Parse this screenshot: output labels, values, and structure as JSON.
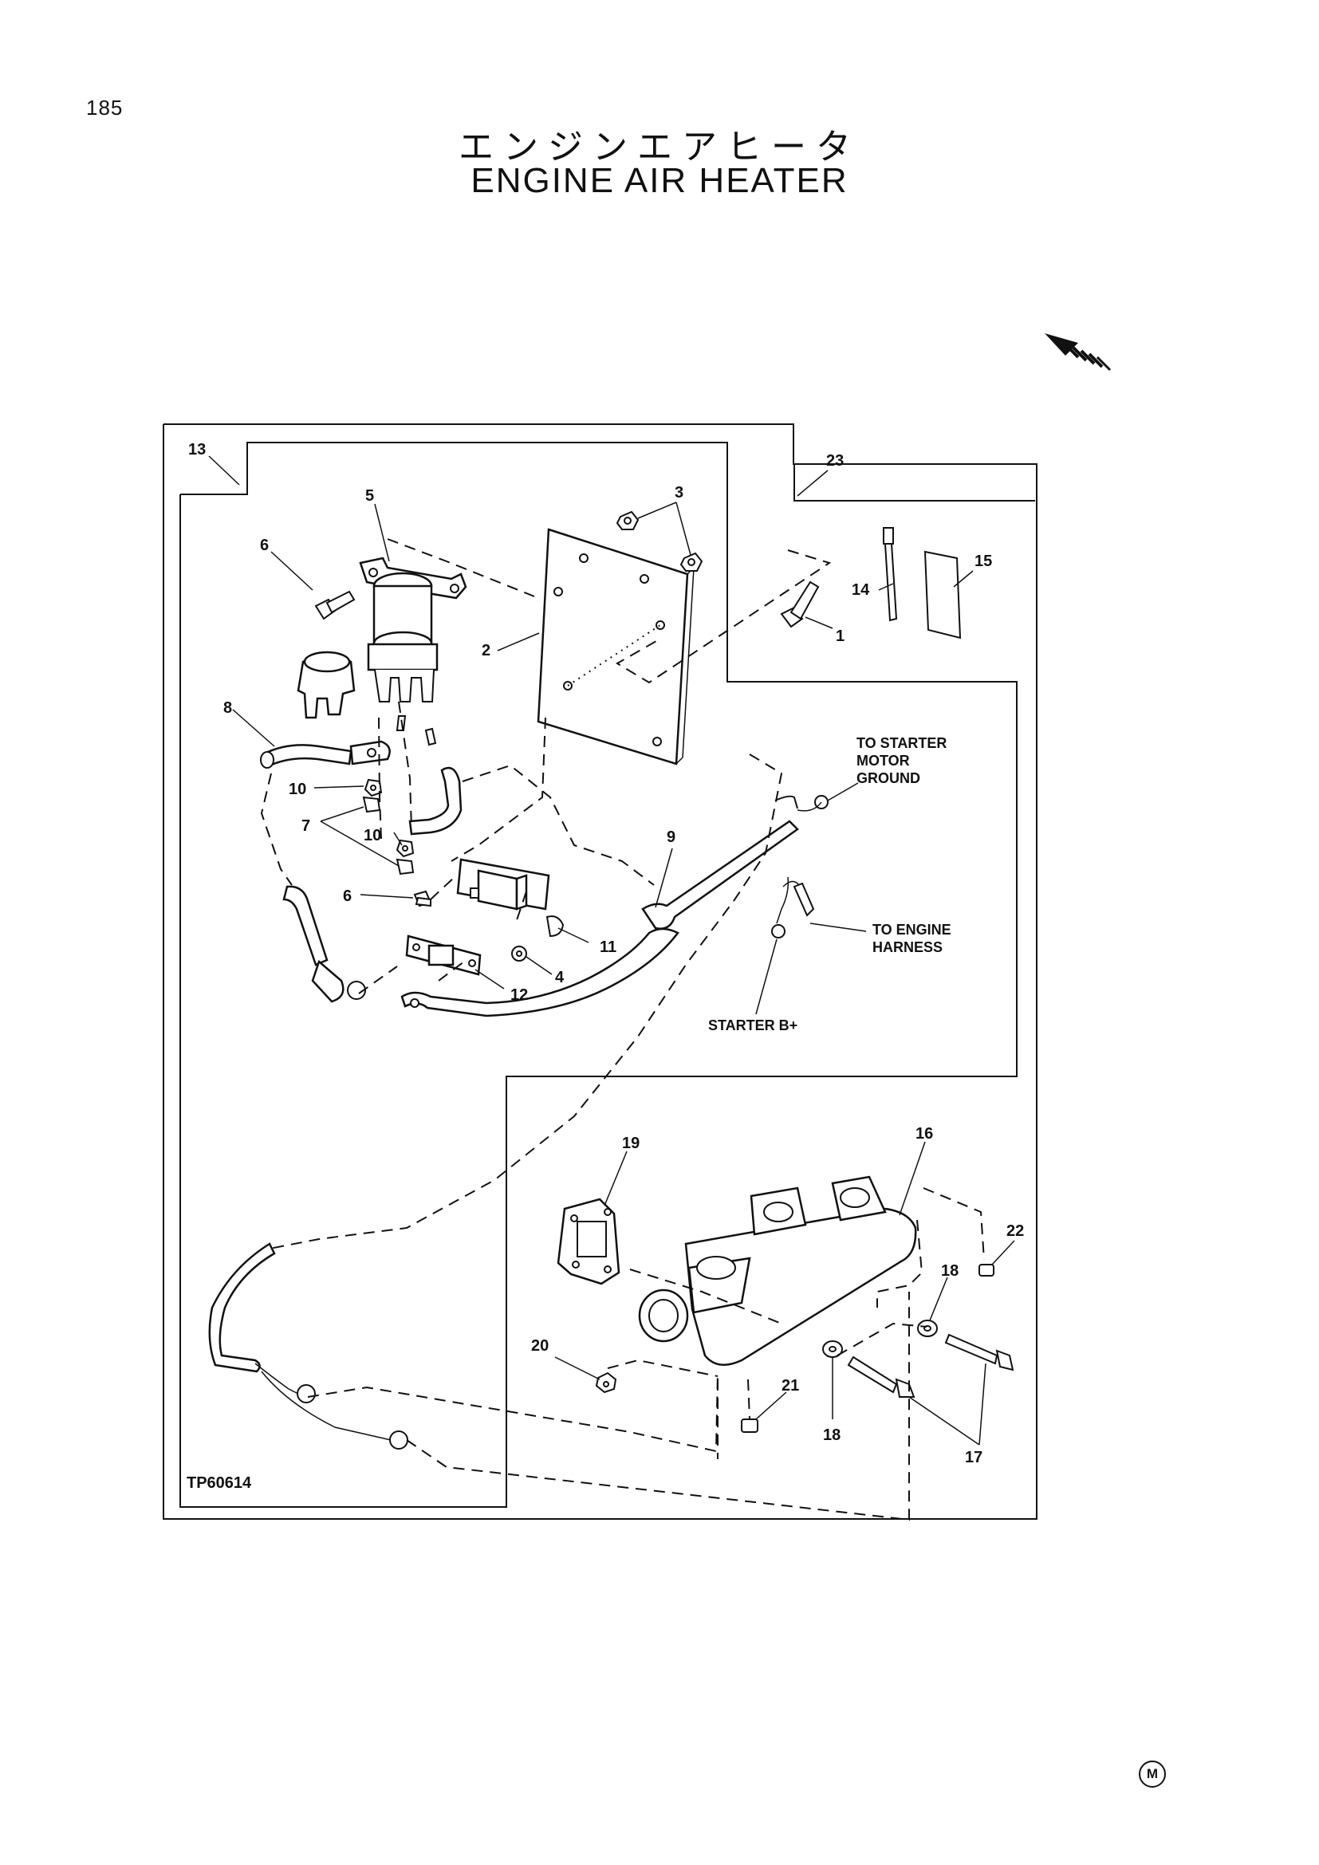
{
  "page": {
    "number": "185",
    "title_jp": "エンジンエアヒータ",
    "title_en": "ENGINE AIR HEATER",
    "figure_code": "TP60614",
    "corner_mark": "M"
  },
  "callouts": [
    "1",
    "2",
    "3",
    "4",
    "5",
    "6",
    "6",
    "7",
    "8",
    "9",
    "10",
    "10",
    "11",
    "12",
    "13",
    "14",
    "15",
    "16",
    "17",
    "18",
    "18",
    "19",
    "20",
    "21",
    "22",
    "23"
  ],
  "annotations": {
    "starter_ground": [
      "TO STARTER",
      "MOTOR",
      "GROUND"
    ],
    "engine_harness": [
      "TO ENGINE",
      "HARNESS"
    ],
    "starter_b": "STARTER B+"
  },
  "direction_arrow_icon": "front-direction-arrow-icon"
}
